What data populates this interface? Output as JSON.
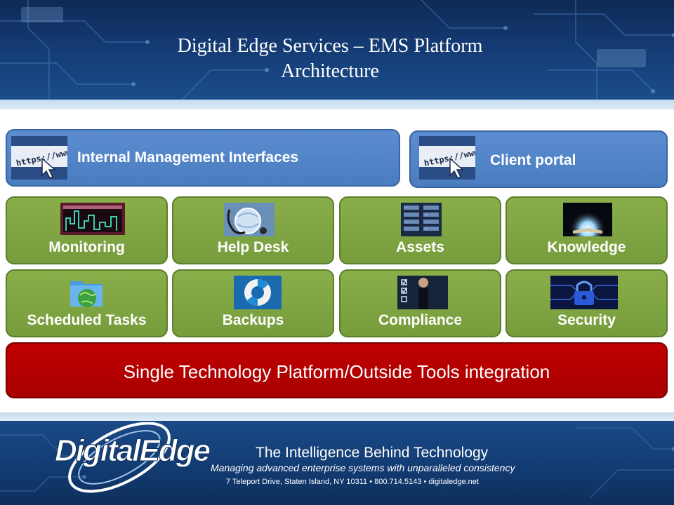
{
  "header": {
    "title_line1": "Digital Edge Services – EMS Platform",
    "title_line2": "Architecture"
  },
  "interfaces": {
    "internal_label": "Internal Management Interfaces",
    "client_label": "Client portal",
    "icon_text": "https://www"
  },
  "modules": [
    {
      "label": "Monitoring",
      "icon": "monitoring-screen-icon"
    },
    {
      "label": "Help Desk",
      "icon": "helpdesk-globe-icon"
    },
    {
      "label": "Assets",
      "icon": "server-rack-icon"
    },
    {
      "label": "Knowledge",
      "icon": "glowing-book-icon"
    },
    {
      "label": "Scheduled Tasks",
      "icon": "folder-globe-icon"
    },
    {
      "label": "Backups",
      "icon": "lifebuoy-icon"
    },
    {
      "label": "Compliance",
      "icon": "checklist-icon"
    },
    {
      "label": "Security",
      "icon": "padlock-circuit-icon"
    }
  ],
  "platform": {
    "label": "Single Technology Platform/Outside Tools integration"
  },
  "footer": {
    "logo_text": "DigitalEdge",
    "tagline": "The Intelligence Behind Technology",
    "subtagline": "Managing advanced enterprise systems with unparalleled consistency",
    "address": "7 Teleport Drive, Staten Island, NY 10311  •  800.714.5143  •  digitaledge.net"
  },
  "colors": {
    "header_blue": "#143a72",
    "interface_blue": "#4f81bd",
    "module_green": "#7f9f42",
    "platform_red": "#b50000"
  }
}
